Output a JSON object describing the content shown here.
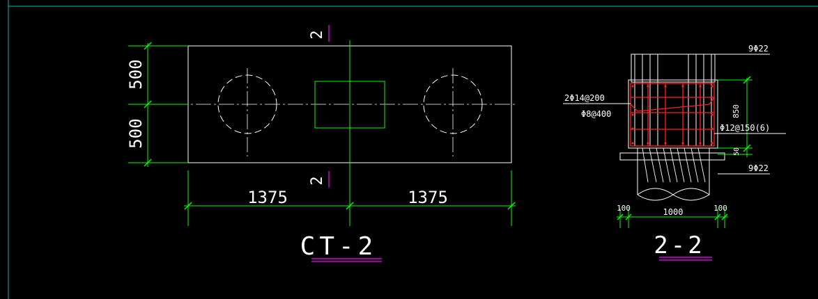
{
  "plan": {
    "section_mark": "2",
    "dim_top": "500",
    "dim_bottom": "500",
    "dim_left": "1375",
    "dim_right": "1375",
    "title": "CT-2"
  },
  "section": {
    "title": "2-2",
    "rebar_top": "9Φ22",
    "rebar_bottom": "9Φ22",
    "stirrup_1": "2Φ14@200",
    "stirrup_2": "Φ8@400",
    "side_bars": "Φ12@150(6)",
    "dim_850": "850",
    "dim_50": "50",
    "dim_pile": "1000",
    "dim_left_edge": "100",
    "dim_right_edge": "100"
  },
  "colors": {
    "background": "#000000",
    "border": "#00c0c0",
    "outline": "#ffffff",
    "dimension": "#00ff00",
    "rebar": "#ff2020",
    "underline": "#ff00ff",
    "text": "#ffffff"
  }
}
